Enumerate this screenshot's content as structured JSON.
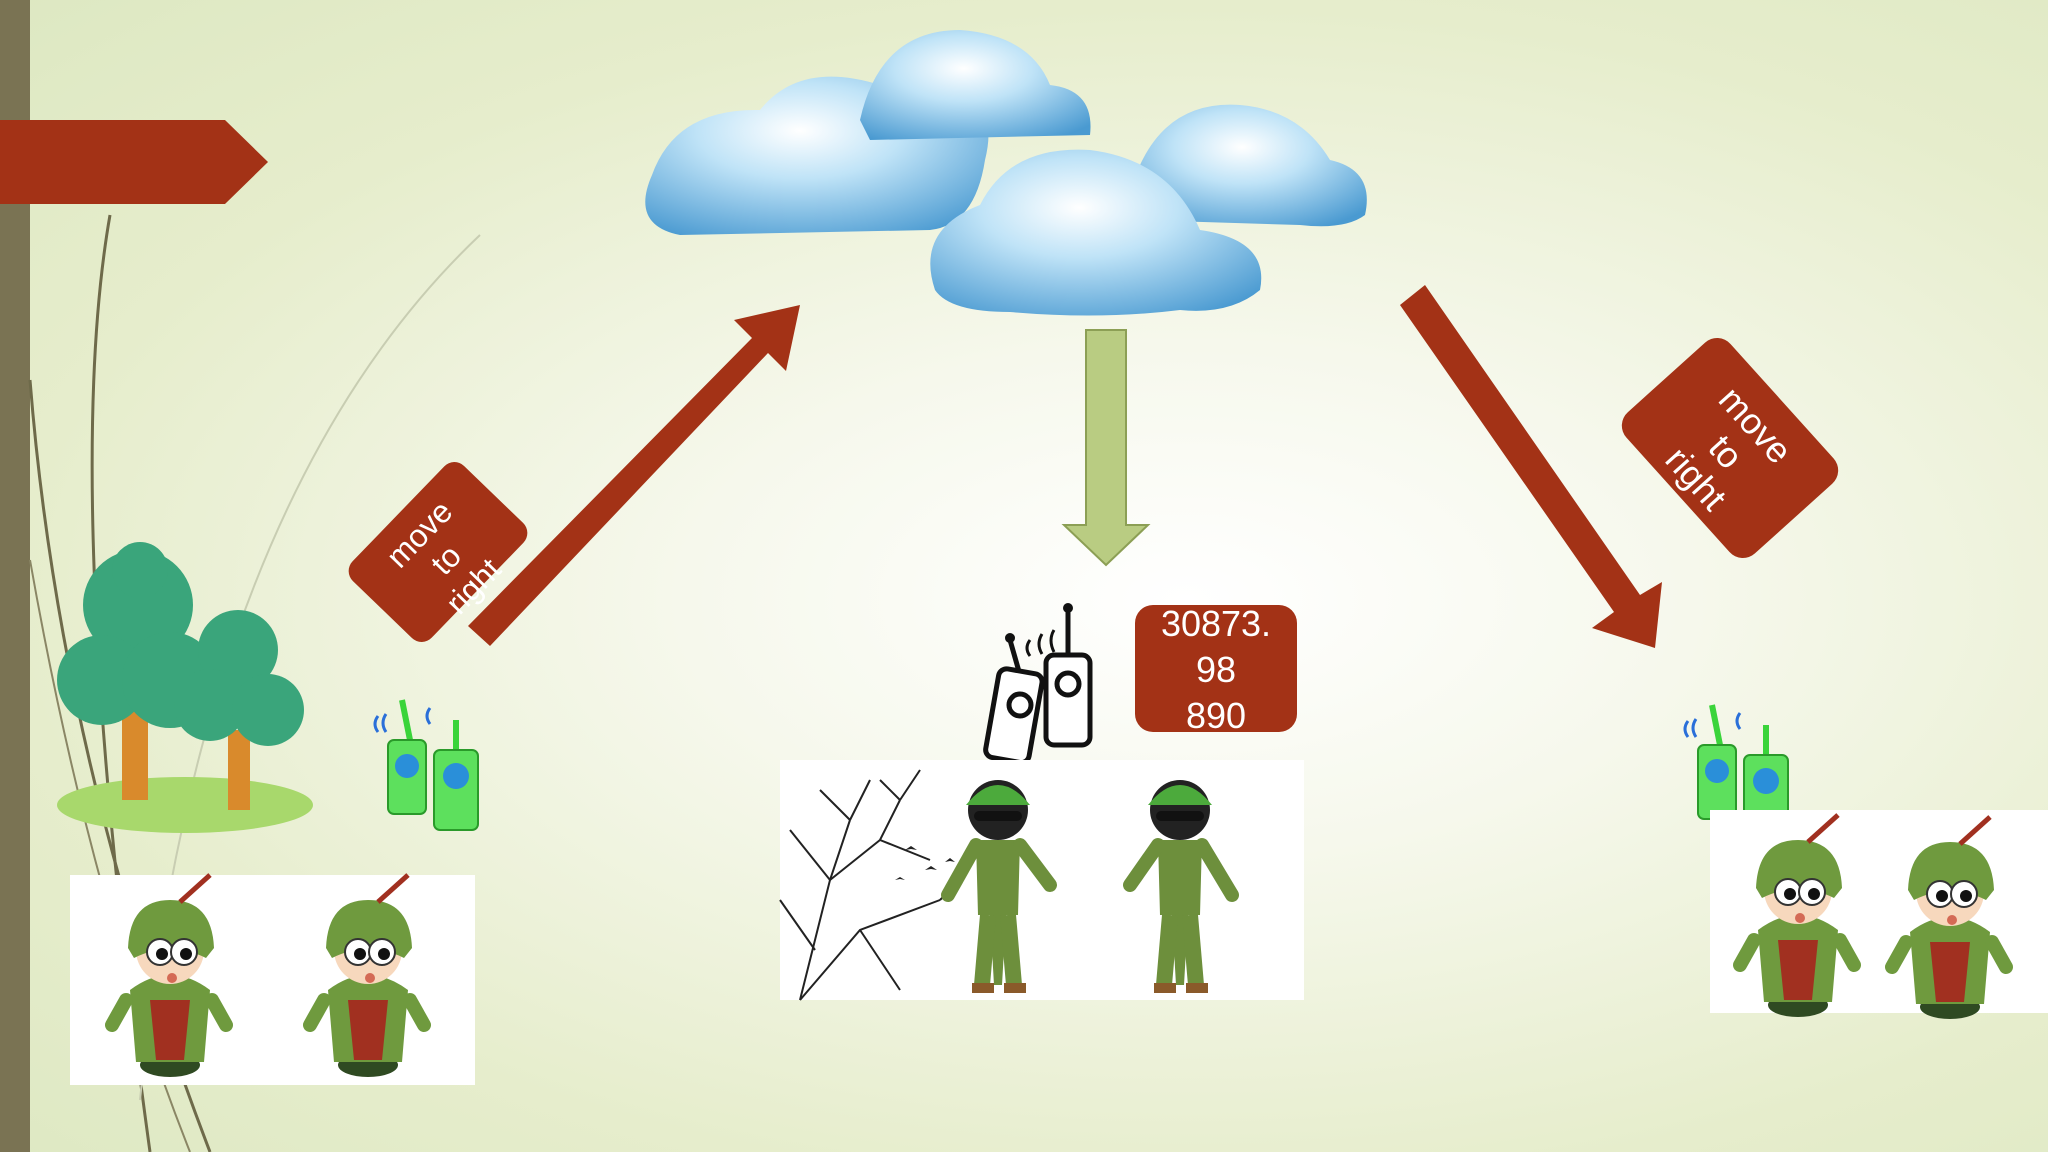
{
  "slide": {
    "left_label": {
      "lines": [
        "move",
        "to",
        "right"
      ]
    },
    "right_label": {
      "lines": [
        "move",
        "to",
        "right"
      ]
    },
    "value_box": {
      "lines": [
        "30873.",
        "98",
        "890"
      ]
    }
  },
  "colors": {
    "accent_red": "#a33216",
    "arrow_green": "#b9cc82",
    "sidebar": "#7a7353",
    "background": "#e6edcc"
  },
  "icons": [
    "tree-icon",
    "walkie-talkie-icon",
    "soldier-icon",
    "cloud-icon",
    "bare-tree-icon"
  ]
}
